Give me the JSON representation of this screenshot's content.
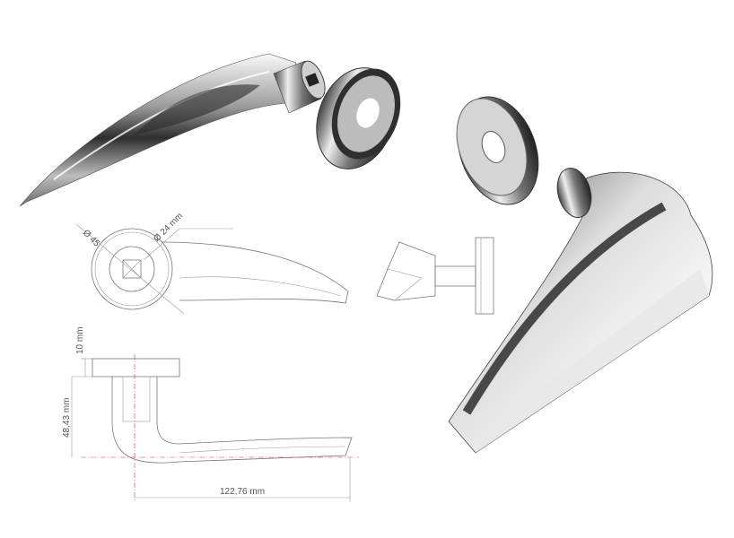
{
  "drawing": {
    "dimensions": {
      "rosette_diameter": "Ø 45",
      "spindle_diameter": "Ø 24 mm",
      "rosette_height": "10 mm",
      "handle_height": "48,43 mm",
      "handle_length": "122,76 mm"
    }
  },
  "colors": {
    "metal_light": "#f2f2f2",
    "metal_dark": "#3a3a3a",
    "line": "#777777",
    "centerline": "#dd3333"
  }
}
